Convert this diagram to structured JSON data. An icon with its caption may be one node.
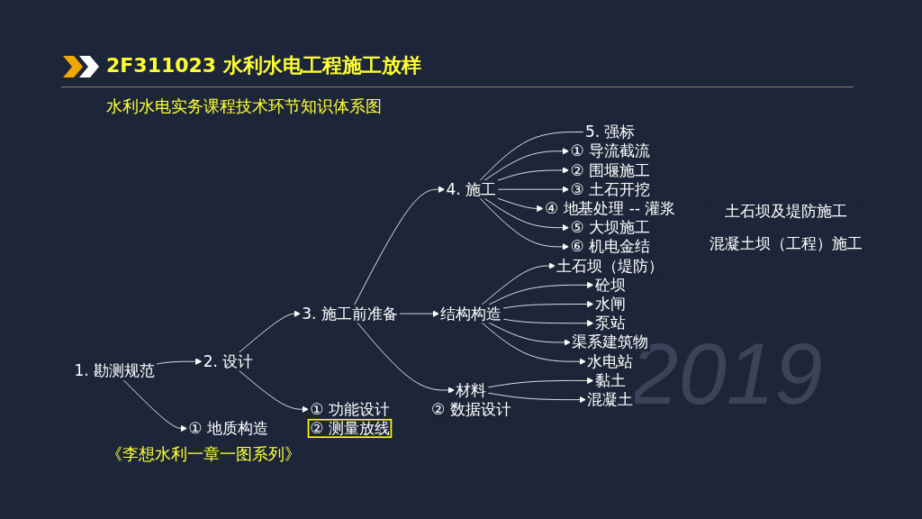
{
  "diagram": {
    "title": "2F311023 水利水电工程施工放样",
    "caption": "《李想水利一章一图系列》",
    "nodes": [
      {
        "text": [
          "1. 勘测规范"
        ]
      },
      {
        "text": [
          "2. 设计"
        ]
      },
      {
        "text": [
          "3. 施工前准备"
        ]
      },
      {
        "text": [
          "4. 施工"
        ]
      },
      {
        "text": [
          "5. 强标"
        ]
      },
      {
        "text": [
          "① 地质构造"
        ]
      },
      {
        "text": [
          "② 测量放线"
        ]
      },
      {
        "text": [
          "① 功能设计"
        ]
      },
      {
        "text": [
          "② 数据设计"
        ]
      },
      {
        "text": [
          "结构构造"
        ]
      },
      {
        "text": [
          "材料"
        ]
      },
      {
        "text": [
          "土石坝（堤防）"
        ]
      },
      {
        "text": [
          "砼坝"
        ]
      },
      {
        "text": [
          "水闸"
        ]
      },
      {
        "text": [
          "泵站"
        ]
      },
      {
        "text": [
          "渠系建筑物"
        ]
      },
      {
        "text": [
          "水电站"
        ]
      },
      {
        "text": [
          "黏土"
        ]
      },
      {
        "text": [
          "混凝土"
        ]
      },
      {
        "text": [
          "① 导流截流"
        ]
      },
      {
        "text": [
          "② 围堰施工"
        ]
      },
      {
        "text": [
          "③ 土石开挖"
        ]
      },
      {
        "text": [
          "④ 地基处理 -- 灌浆"
        ]
      },
      {
        "text": [
          "⑤ 大坝施工"
        ],
        "beside": [
          "土石坝及堤防施工",
          "混凝土坝（工程）施工"
        ]
      },
      {
        "text": [
          "⑥ 机电金结"
        ]
      }
    ],
    "edges": [
      {
        "from": 0,
        "to": 1,
        "arrow": "to"
      },
      {
        "from": 1,
        "to": 2,
        "arrow": "to"
      },
      {
        "from": 2,
        "to": 3,
        "arrow": "to"
      },
      {
        "from": 3,
        "to": 4,
        "arrow": "none"
      },
      {
        "from": 0,
        "to": 5,
        "arrow": "to"
      },
      {
        "from": 1,
        "to": 7,
        "arrow": "to"
      },
      {
        "from": 2,
        "to": 9,
        "arrow": "to"
      },
      {
        "from": 2,
        "to": 10,
        "arrow": "to"
      },
      {
        "from": 9,
        "to": 11,
        "arrow": "to"
      },
      {
        "from": 9,
        "to": 12,
        "arrow": "to"
      },
      {
        "from": 9,
        "to": 13,
        "arrow": "to"
      },
      {
        "from": 9,
        "to": 14,
        "arrow": "to"
      },
      {
        "from": 9,
        "to": 15,
        "arrow": "to"
      },
      {
        "from": 9,
        "to": 16,
        "arrow": "to"
      },
      {
        "from": 10,
        "to": 17,
        "arrow": "to"
      },
      {
        "from": 10,
        "to": 18,
        "arrow": "to"
      },
      {
        "from": 3,
        "to": 19,
        "arrow": "to"
      },
      {
        "from": 3,
        "to": 20,
        "arrow": "to"
      },
      {
        "from": 3,
        "to": 21,
        "arrow": "to"
      },
      {
        "from": 3,
        "to": 22,
        "arrow": "to"
      },
      {
        "from": 3,
        "to": 23,
        "arrow": "to"
      },
      {
        "from": 3,
        "to": 24,
        "arrow": "to"
      }
    ],
    "labels": [
      "水利水电实务课程技术环节知识体系图",
      "2019"
    ]
  }
}
